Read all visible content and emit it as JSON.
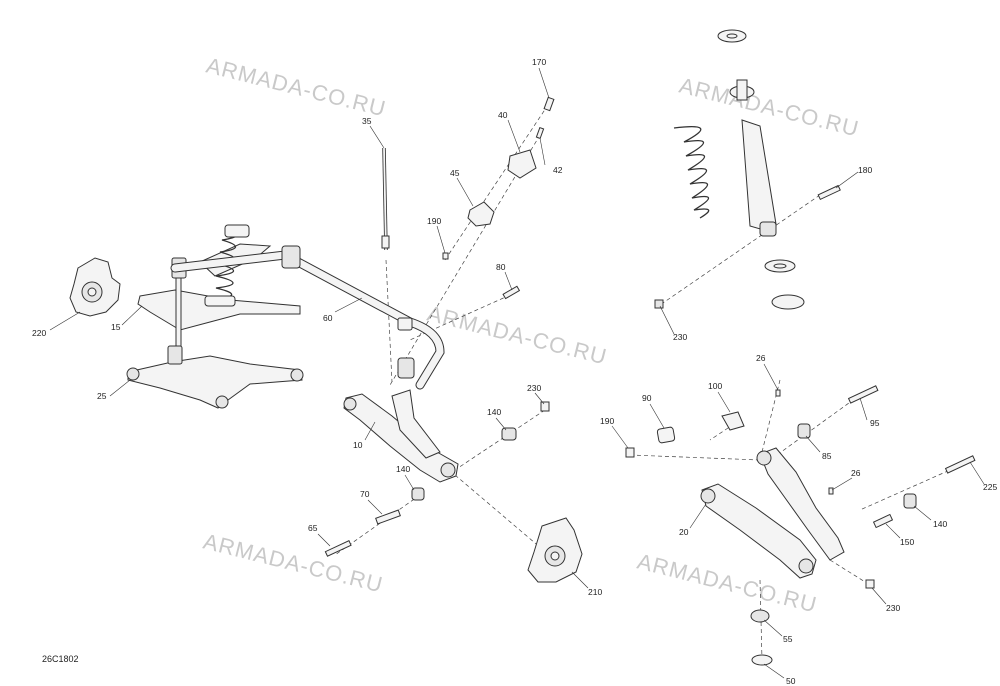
{
  "diagram": {
    "watermark": "ARMADA-CO.RU",
    "drawing_code": "26C1802",
    "part_labels": {
      "p170": "170",
      "p40": "40",
      "p42": "42",
      "p35": "35",
      "p45": "45",
      "p190a": "190",
      "p80": "80",
      "p60": "60",
      "p220": "220",
      "p15": "15",
      "p25": "25",
      "p10": "10",
      "p230a": "230",
      "p140a": "140",
      "p140b": "140",
      "p70": "70",
      "p65": "65",
      "p210": "210",
      "p180": "180",
      "p230b": "230",
      "p26a": "26",
      "p100": "100",
      "p90": "90",
      "p190b": "190",
      "p95": "95",
      "p85": "85",
      "p26b": "26",
      "p225": "225",
      "p140c": "140",
      "p150": "150",
      "p20": "20",
      "p230c": "230",
      "p55": "55",
      "p50": "50"
    }
  }
}
